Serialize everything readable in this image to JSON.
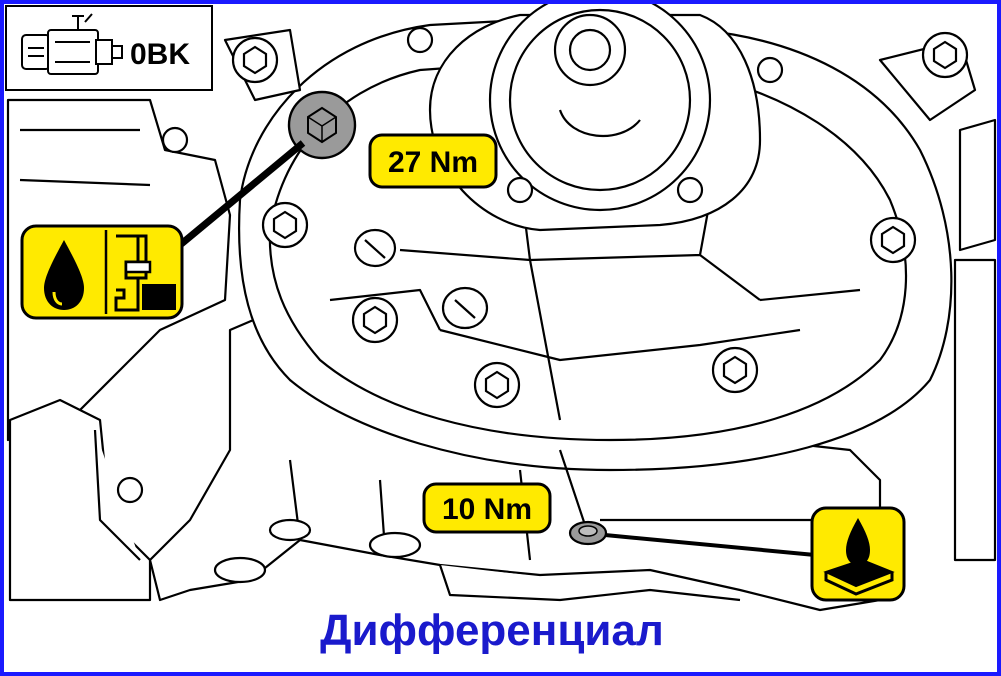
{
  "gearbox_code": "0BK",
  "fill_plug": {
    "torque_label": "27 Nm",
    "symbol": "oil-fill-level-icon"
  },
  "drain_plug": {
    "torque_label": "10 Nm",
    "symbol": "oil-drain-icon"
  },
  "caption": "Дифференциал",
  "colors": {
    "frame": "#1a1aff",
    "caption": "#1a1acc",
    "badge_fill": "#ffea00",
    "line": "#000000",
    "plug": "#9a9a9a"
  }
}
